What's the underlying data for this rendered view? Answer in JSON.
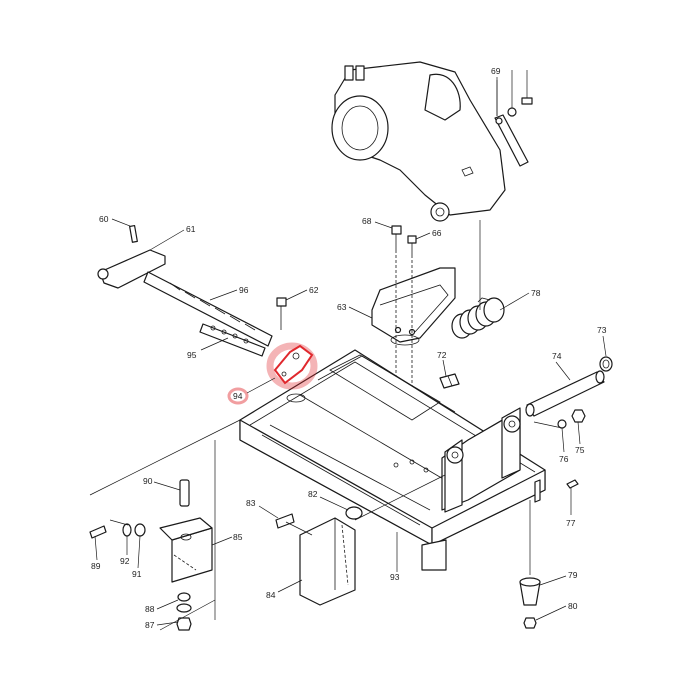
{
  "diagram": {
    "highlight_color": "#e0282d",
    "highlighted_part": "94",
    "callouts": [
      {
        "id": "69",
        "label": "69"
      },
      {
        "id": "68",
        "label": "68"
      },
      {
        "id": "66",
        "label": "66"
      },
      {
        "id": "60",
        "label": "60"
      },
      {
        "id": "61",
        "label": "61"
      },
      {
        "id": "96",
        "label": "96"
      },
      {
        "id": "62",
        "label": "62"
      },
      {
        "id": "63",
        "label": "63"
      },
      {
        "id": "78",
        "label": "78"
      },
      {
        "id": "73",
        "label": "73"
      },
      {
        "id": "95",
        "label": "95"
      },
      {
        "id": "72",
        "label": "72"
      },
      {
        "id": "74",
        "label": "74"
      },
      {
        "id": "94",
        "label": "94"
      },
      {
        "id": "76",
        "label": "76"
      },
      {
        "id": "75",
        "label": "75"
      },
      {
        "id": "90",
        "label": "90"
      },
      {
        "id": "83",
        "label": "83"
      },
      {
        "id": "82",
        "label": "82"
      },
      {
        "id": "85",
        "label": "85"
      },
      {
        "id": "77",
        "label": "77"
      },
      {
        "id": "89",
        "label": "89"
      },
      {
        "id": "92",
        "label": "92"
      },
      {
        "id": "91",
        "label": "91"
      },
      {
        "id": "93",
        "label": "93"
      },
      {
        "id": "84",
        "label": "84"
      },
      {
        "id": "79",
        "label": "79"
      },
      {
        "id": "88",
        "label": "88"
      },
      {
        "id": "87",
        "label": "87"
      },
      {
        "id": "80",
        "label": "80"
      }
    ]
  }
}
